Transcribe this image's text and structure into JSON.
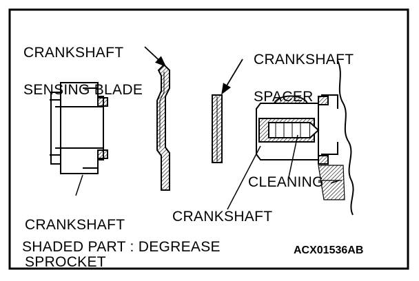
{
  "labels": {
    "blade_line1": "CRANKSHAFT",
    "blade_line2": "SENSING BLADE",
    "spacer_line1": "CRANKSHAFT",
    "spacer_line2": "SPACER",
    "sprocket_line1": "CRANKSHAFT",
    "sprocket_line2": "SPROCKET",
    "cleaning": "CLEANING",
    "crankshaft": "CRANKSHAFT",
    "footer_note": "SHADED PART : DEGREASE",
    "figure_code": "ACX01536AB"
  }
}
